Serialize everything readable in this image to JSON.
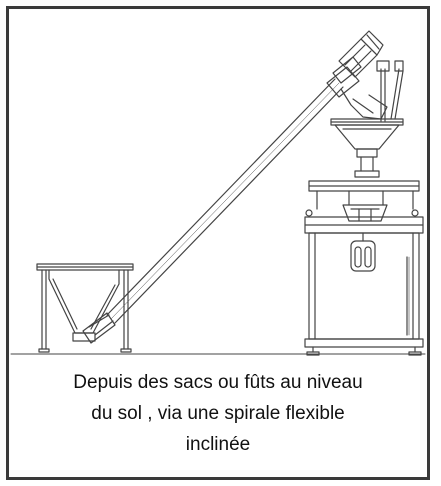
{
  "caption": {
    "line1": "Depuis des sacs ou fûts au niveau",
    "line2": "du sol , via une spirale flexible",
    "line3": "inclinée"
  },
  "colors": {
    "border": "#3a3a3a",
    "line": "#444444",
    "text": "#111111"
  }
}
